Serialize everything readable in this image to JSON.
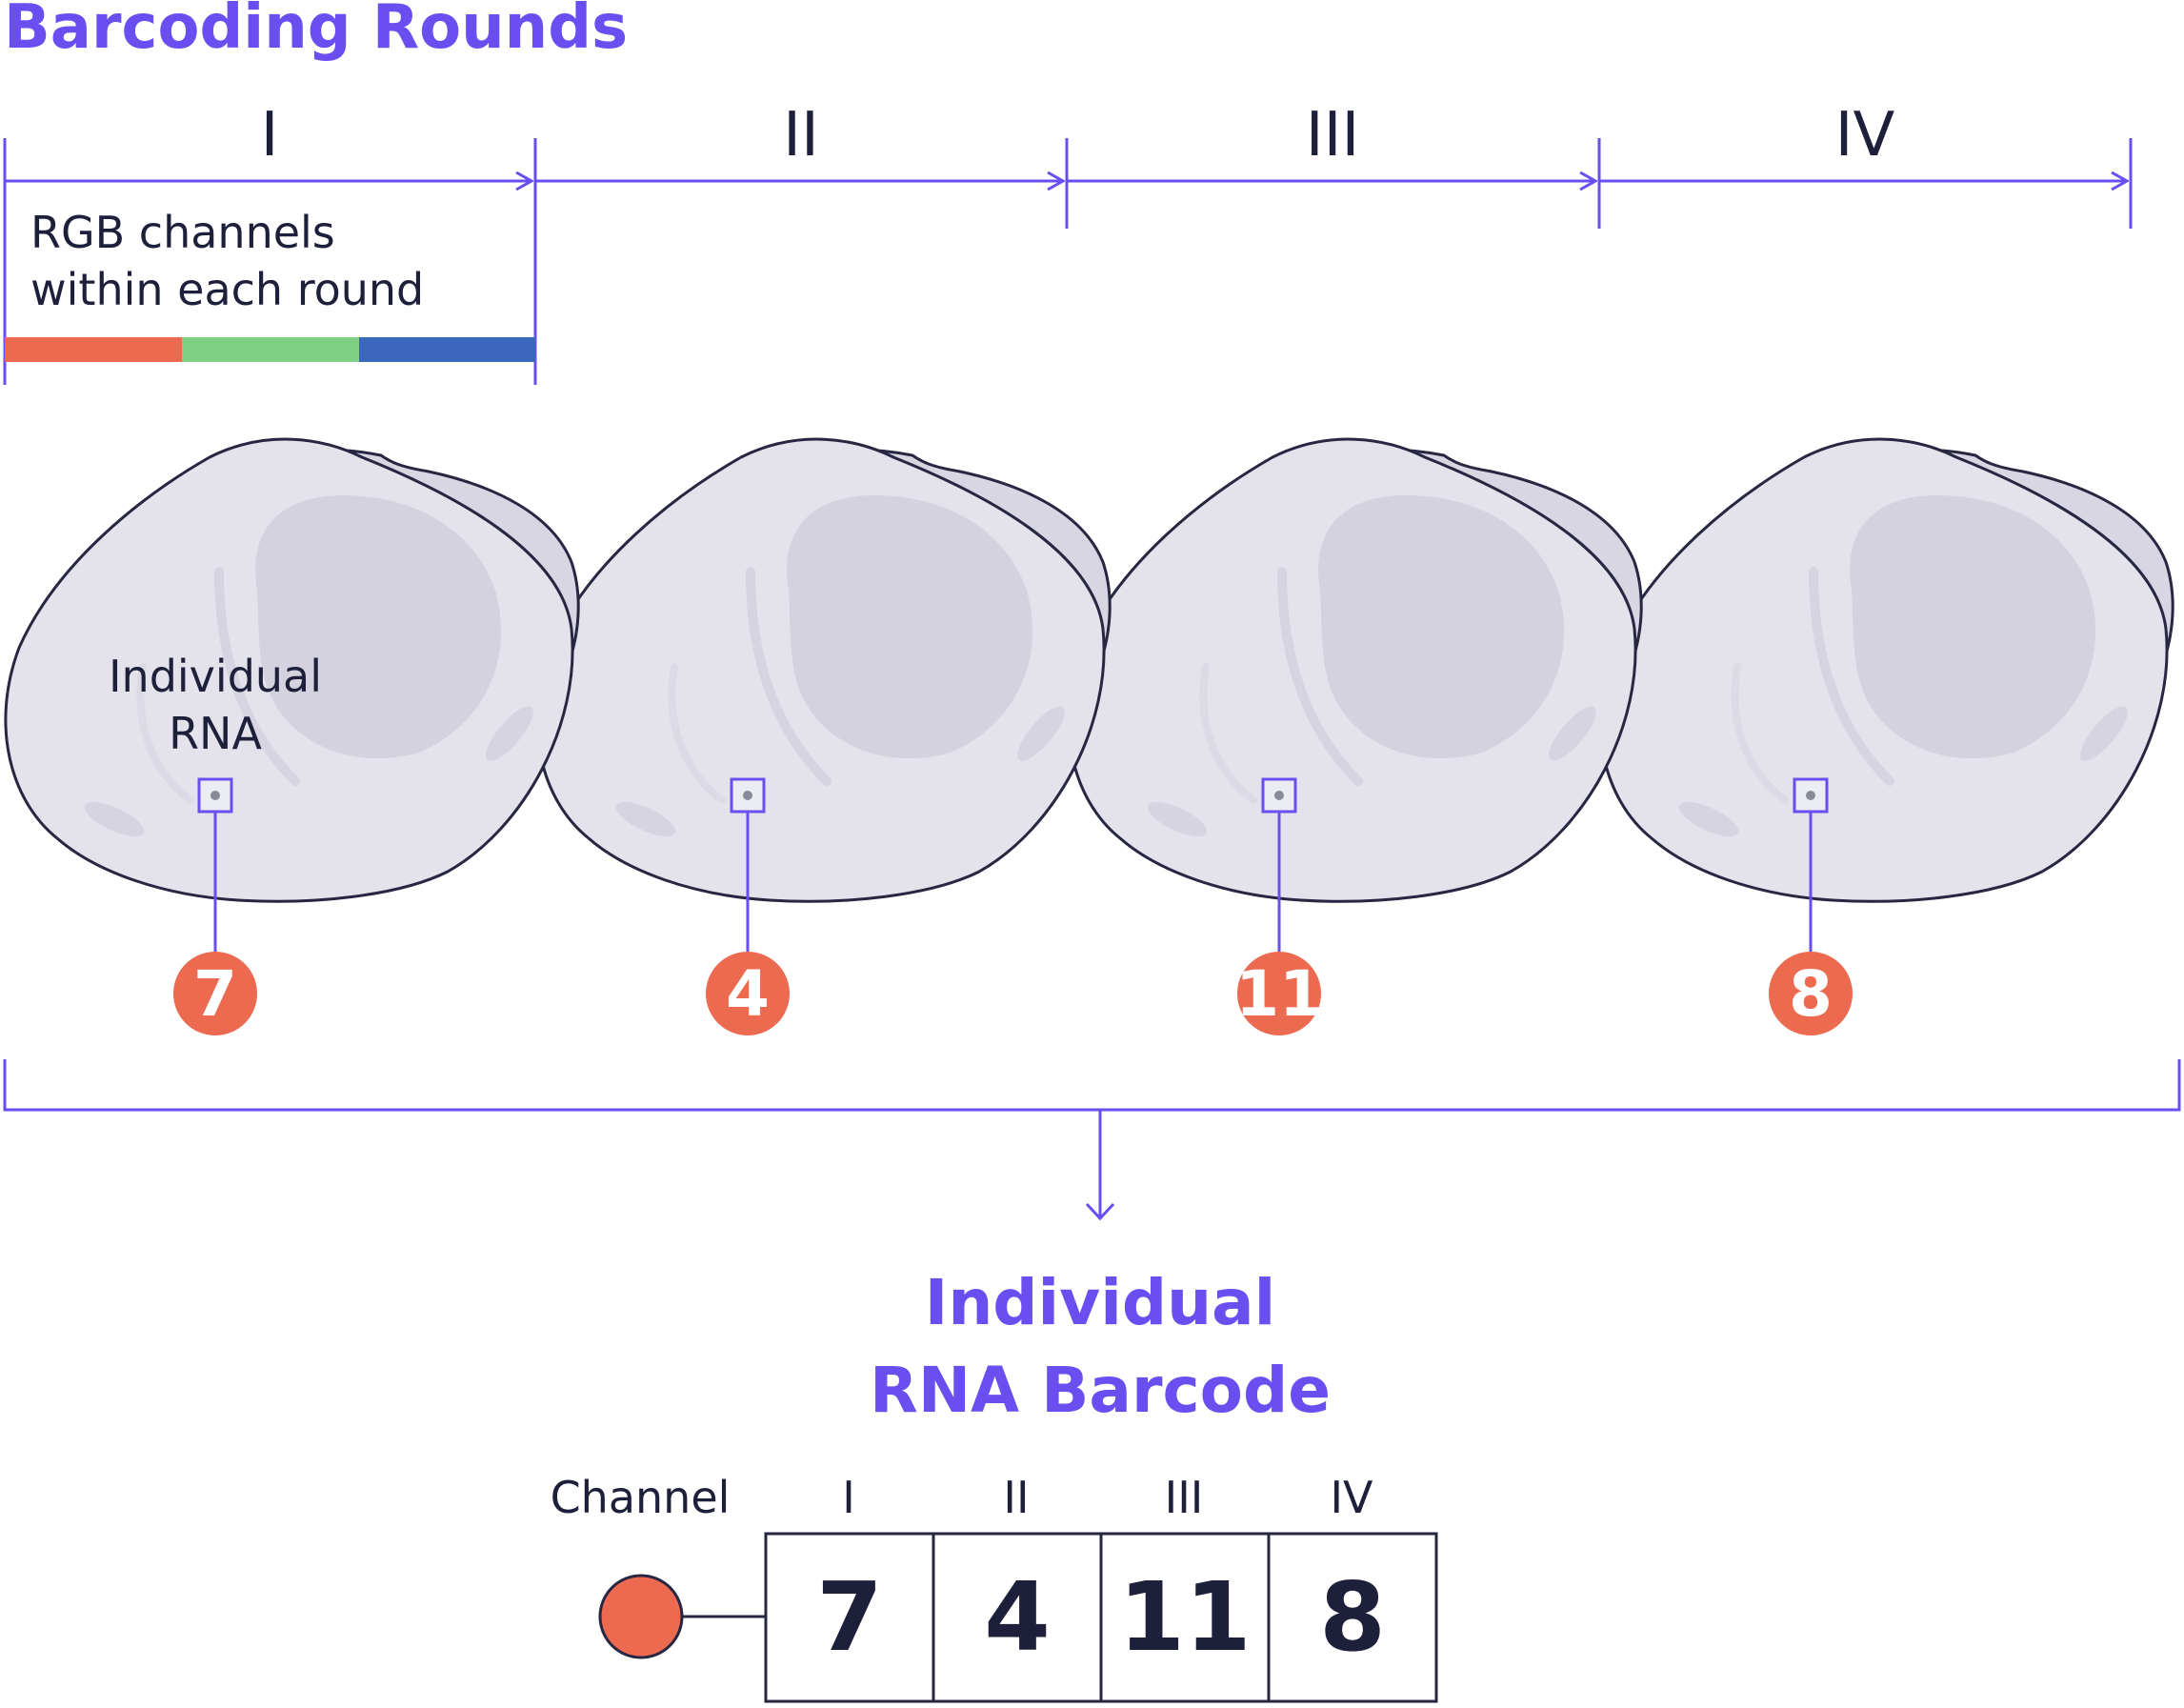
{
  "title": "Barcoding Rounds",
  "rounds": [
    "I",
    "II",
    "III",
    "IV"
  ],
  "rgb_label_line1": "RGB channels",
  "rgb_label_line2": "within each round",
  "rna_label_line1": "Individual",
  "rna_label_line2": "RNA",
  "round_values": [
    "7",
    "4",
    "11",
    "8"
  ],
  "barcode_title_line1": "Individual",
  "barcode_title_line2": "RNA Barcode",
  "channel_label": "Channel",
  "colors": {
    "accent": "#6b4ef0",
    "badge": "#ec6a50",
    "rgb_red": "#ec6a50",
    "rgb_green": "#7fcf85",
    "rgb_blue": "#3b68bd",
    "cell_fill": "#e4e3ec",
    "cell_outline": "#272742",
    "text": "#1e1f3b"
  }
}
